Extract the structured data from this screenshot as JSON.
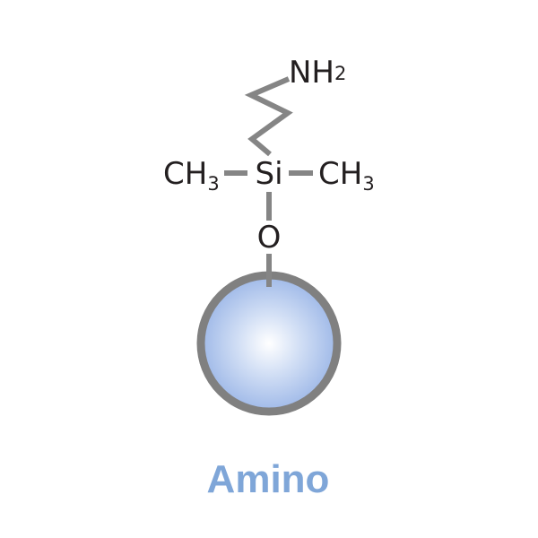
{
  "molecule": {
    "amine": {
      "main": "NH",
      "sub": "2"
    },
    "methyl_left": {
      "main": "CH",
      "sub": "3"
    },
    "methyl_right": {
      "main": "CH",
      "sub": "3"
    },
    "silicon": "Si",
    "oxygen": "O"
  },
  "particle": {
    "fill_color": "#a9c2ea",
    "highlight_color": "#ffffff",
    "outline_color": "#808080"
  },
  "caption": {
    "text": "Amino",
    "color": "#7fa6d8"
  },
  "colors": {
    "bond": "#858585",
    "text": "#231f20"
  }
}
